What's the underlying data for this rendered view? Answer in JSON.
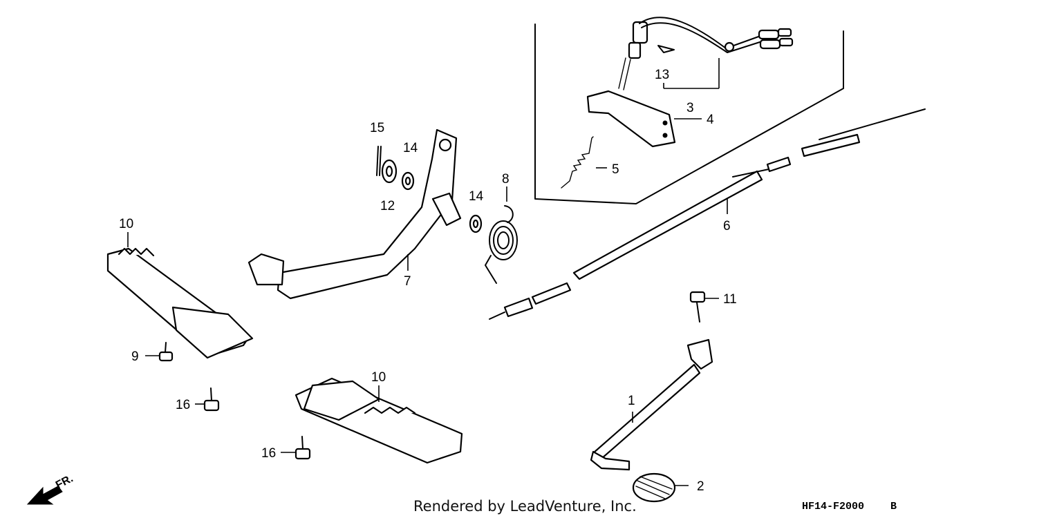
{
  "diagram": {
    "callouts": [
      "1",
      "2",
      "3",
      "4",
      "5",
      "6",
      "7",
      "8",
      "9",
      "10",
      "10",
      "11",
      "12",
      "13",
      "14",
      "14",
      "15",
      "16",
      "16"
    ],
    "credit": "Rendered by LeadVenture, Inc.",
    "diagram_code": "HF14-F2000",
    "diagram_code_suffix": "B",
    "direction_label": "FR."
  }
}
